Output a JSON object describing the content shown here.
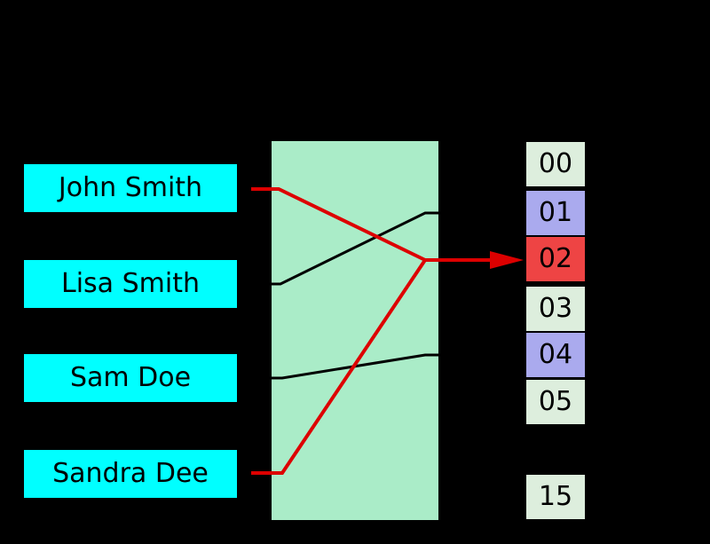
{
  "background": "#000000",
  "keys": {
    "box_color": "#00FFFF",
    "items": [
      {
        "label": "John Smith"
      },
      {
        "label": "Lisa Smith"
      },
      {
        "label": "Sam Doe"
      },
      {
        "label": "Sandra Dee"
      }
    ]
  },
  "hash_function": {
    "box_color": "#AAECC8"
  },
  "buckets": {
    "items": [
      {
        "label": "00",
        "color": "#DDEEDD"
      },
      {
        "label": "01",
        "color": "#AAAAEE"
      },
      {
        "label": "02",
        "color": "#EE4444"
      },
      {
        "label": "03",
        "color": "#DDEEDD"
      },
      {
        "label": "04",
        "color": "#AAAAEE"
      },
      {
        "label": "05",
        "color": "#DDEEDD"
      },
      {
        "label": "15",
        "color": "#DDEEDD"
      }
    ]
  },
  "line_colors": {
    "collision": "#DD0000",
    "normal": "#000000"
  },
  "mappings": [
    {
      "key": "John Smith",
      "bucket": "02",
      "collision": true
    },
    {
      "key": "Lisa Smith",
      "bucket": "01",
      "collision": false
    },
    {
      "key": "Sam Doe",
      "bucket": "04",
      "collision": false
    },
    {
      "key": "Sandra Dee",
      "bucket": "02",
      "collision": true
    }
  ]
}
